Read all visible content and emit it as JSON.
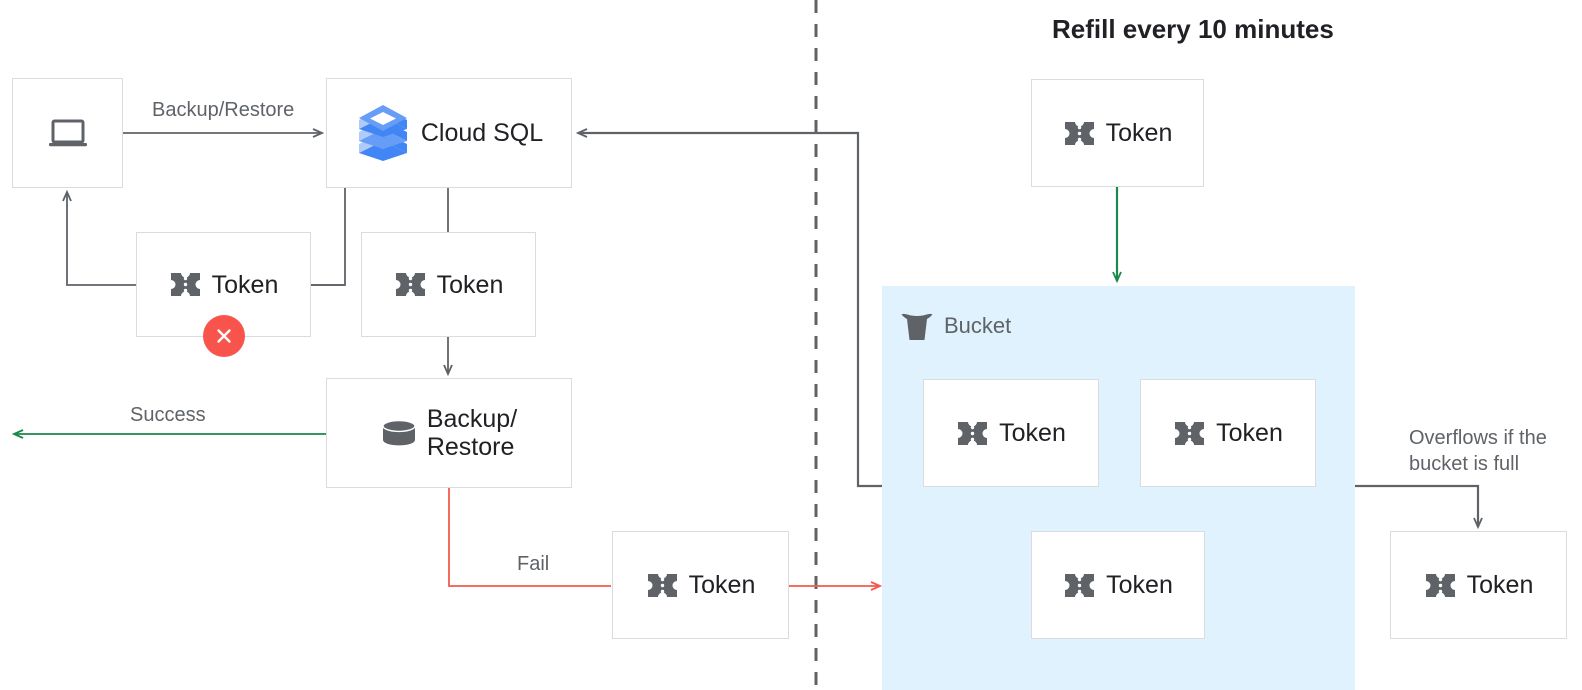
{
  "title": "Refill every 10 minutes",
  "colors": {
    "box_border": "#dadce0",
    "wire_dark": "#5f6368",
    "wire_green": "#1a8a4a",
    "wire_red": "#f4594c",
    "bucket_fill": "#dff2fd",
    "icon_gray": "#5f6368",
    "fail_badge": "#f8544b",
    "text_primary": "#202124",
    "text_secondary": "#5f6368",
    "cloudsql_blue_dark": "#4285f4",
    "cloudsql_blue_mid": "#669df6",
    "cloudsql_blue_light": "#aecbfa"
  },
  "nodes": {
    "client": {
      "label": "",
      "icon": "laptop-icon"
    },
    "cloud_sql": {
      "label": "Cloud SQL",
      "icon": "cloud-sql-icon"
    },
    "token_fail_client": {
      "label": "Token",
      "icon": "token-icon"
    },
    "token_from_sql": {
      "label": "Token",
      "icon": "token-icon"
    },
    "backup_restore": {
      "label": "Backup/\nRestore",
      "icon": "database-icon"
    },
    "token_fail": {
      "label": "Token",
      "icon": "token-icon"
    },
    "token_refill": {
      "label": "Token",
      "icon": "token-icon"
    },
    "token_bucket_1": {
      "label": "Token",
      "icon": "token-icon"
    },
    "token_bucket_2": {
      "label": "Token",
      "icon": "token-icon"
    },
    "token_bucket_3": {
      "label": "Token",
      "icon": "token-icon"
    },
    "token_overflow": {
      "label": "Token",
      "icon": "token-icon"
    }
  },
  "bucket": {
    "label": "Bucket",
    "icon": "bucket-icon"
  },
  "edge_labels": {
    "backup_restore": "Backup/Restore",
    "success": "Success",
    "fail": "Fail",
    "overflow": "Overflows if the\nbucket is full"
  },
  "badges": {
    "fail_mark": "error-x-badge"
  },
  "divider": {
    "name": "vertical-dashed-divider"
  }
}
